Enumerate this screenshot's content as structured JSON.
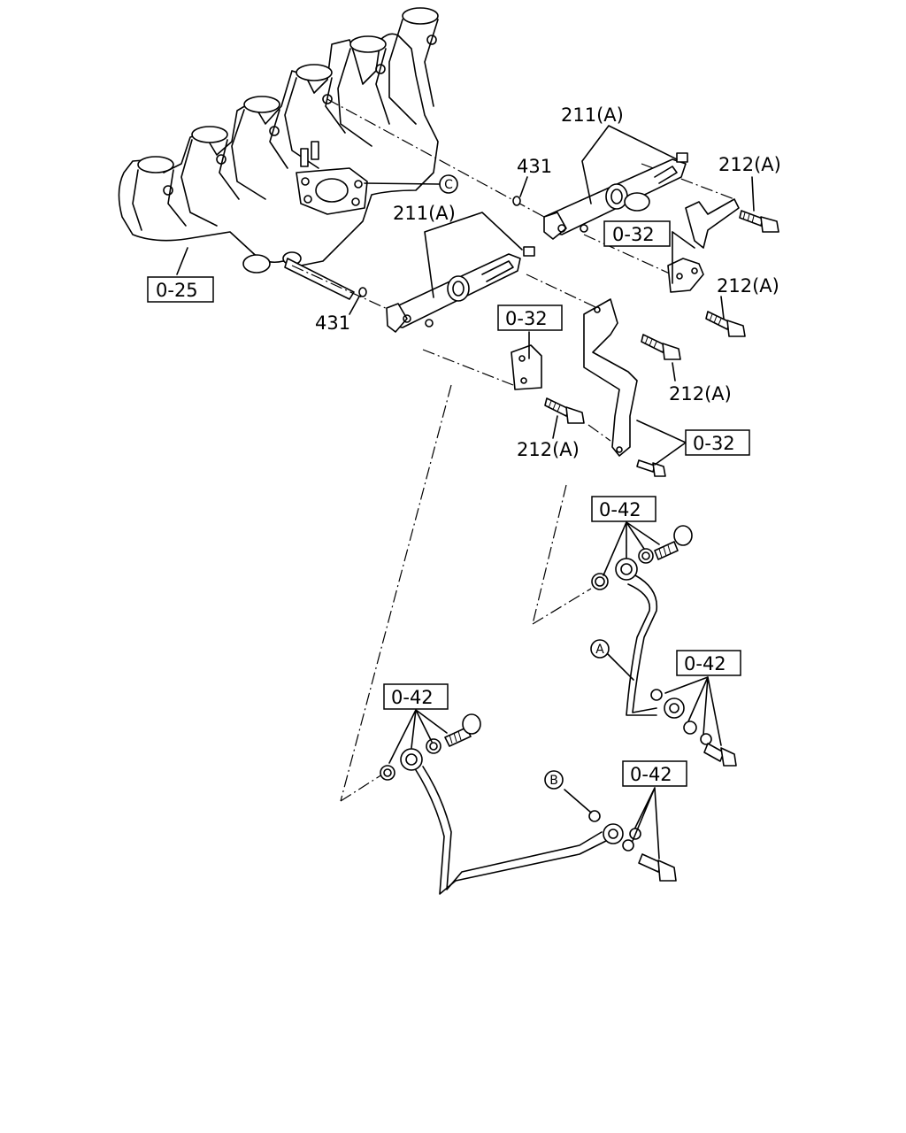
{
  "labels": {
    "p211_upper": "211(A)",
    "p211_lower": "211(A)",
    "p212_a": "212(A)",
    "p212_b": "212(A)",
    "p212_c": "212(A)",
    "p212_d": "212(A)",
    "p431_upper": "431",
    "p431_lower": "431"
  },
  "refs": {
    "r025": "0-25",
    "r032_a": "0-32",
    "r032_b": "0-32",
    "r032_c": "0-32",
    "r042_a": "0-42",
    "r042_b": "0-42",
    "r042_c": "0-42",
    "r042_d": "0-42"
  },
  "circles": {
    "c": "C",
    "a": "A",
    "b": "B"
  }
}
